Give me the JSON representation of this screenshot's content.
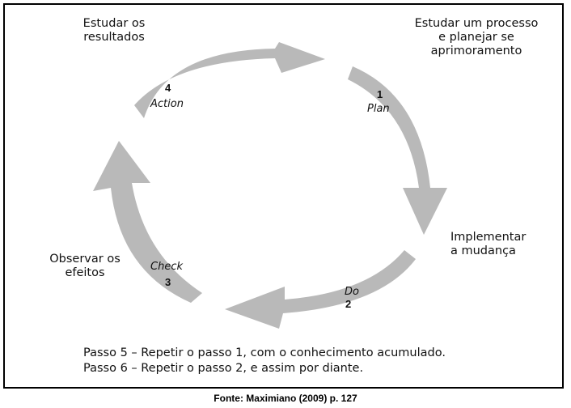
{
  "diagram": {
    "stages": [
      {
        "number": "1",
        "name": "Plan",
        "description": "Estudar um processo\ne planejar se\naprimoramento"
      },
      {
        "number": "2",
        "name": "Do",
        "description": "Implementar\na mudança"
      },
      {
        "number": "3",
        "name": "Check",
        "description": "Observar os\nefeitos"
      },
      {
        "number": "4",
        "name": "Action",
        "description": "Estudar os\nresultados"
      }
    ],
    "steps": [
      "Passo 5 – Repetir o passo 1, com o conhecimento acumulado.",
      "Passo 6 – Repetir o passo 2, e assim por diante."
    ],
    "arrow_color": "#b9b9b9"
  },
  "caption": "Fonte: Maximiano (2009) p. 127"
}
